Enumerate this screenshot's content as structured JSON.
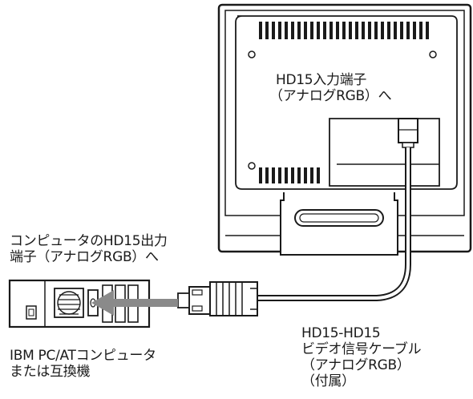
{
  "labels": {
    "monitor_port": [
      "HD15入力端子",
      "（アナログRGB）へ"
    ],
    "computer_port": [
      "コンピュータのHD15出力",
      "端子（アナログRGB）へ"
    ],
    "cable": [
      "HD15-HD15",
      "ビデオ信号ケーブル",
      "（アナログRGB）",
      "（付属）"
    ],
    "computer": [
      "IBM PC/ATコンピュータ",
      "または互換機"
    ]
  },
  "colors": {
    "line": "#1a1a1a",
    "gray": "#8a8a8a",
    "light": "#d9d9d9",
    "paper": "#ffffff"
  }
}
